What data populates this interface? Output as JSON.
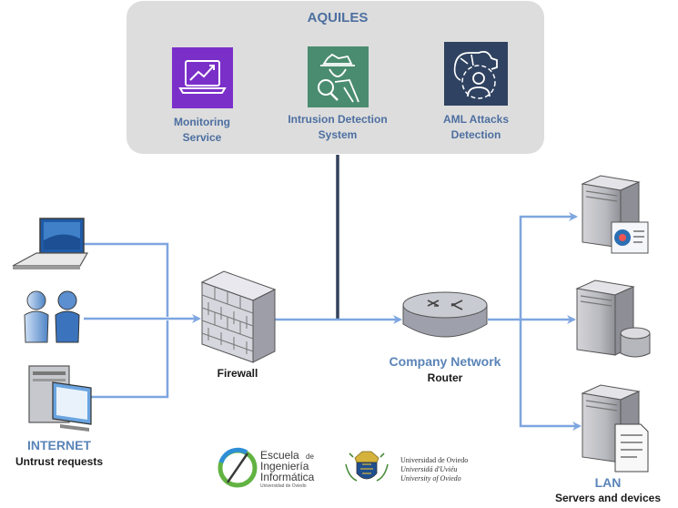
{
  "aquiles": {
    "title": "AQUILES",
    "modules": [
      {
        "line1": "Monitoring",
        "line2": "Service",
        "icon": "monitoring-chart-icon",
        "color": "#7b2fc9"
      },
      {
        "line1": "Intrusion Detection",
        "line2": "System",
        "icon": "spy-detective-icon",
        "color": "#4a8c6f"
      },
      {
        "line1": "AML Attacks",
        "line2": "Detection",
        "icon": "brain-gear-user-icon",
        "color": "#2f4261"
      }
    ]
  },
  "internet": {
    "title": "INTERNET",
    "subtitle": "Untrust requests",
    "sources": [
      "laptop-icon",
      "users-icon",
      "workstation-icon"
    ]
  },
  "firewall": {
    "label": "Firewall",
    "icon": "firewall-brick-icon"
  },
  "router": {
    "title": "Company Network",
    "subtitle": "Router",
    "icon": "router-icon"
  },
  "lan": {
    "title": "LAN",
    "subtitle": "Servers and devices",
    "devices": [
      "server-app-icon",
      "server-database-icon",
      "server-document-icon"
    ]
  },
  "logos": {
    "school": {
      "line1": "Escuela",
      "de": "de",
      "line2": "Ingeniería",
      "line3": "Informática",
      "line4": "Universidad de Oviedo"
    },
    "university": {
      "line1": "Universidad de Oviedo",
      "line2": "Universidá d'Uviéu",
      "line3": "University of Oviedo"
    }
  },
  "colors": {
    "panel": "#dddddd",
    "link": "#7ea6e0",
    "aquiles_link": "#33415c",
    "title_blue": "#5a84b8"
  }
}
